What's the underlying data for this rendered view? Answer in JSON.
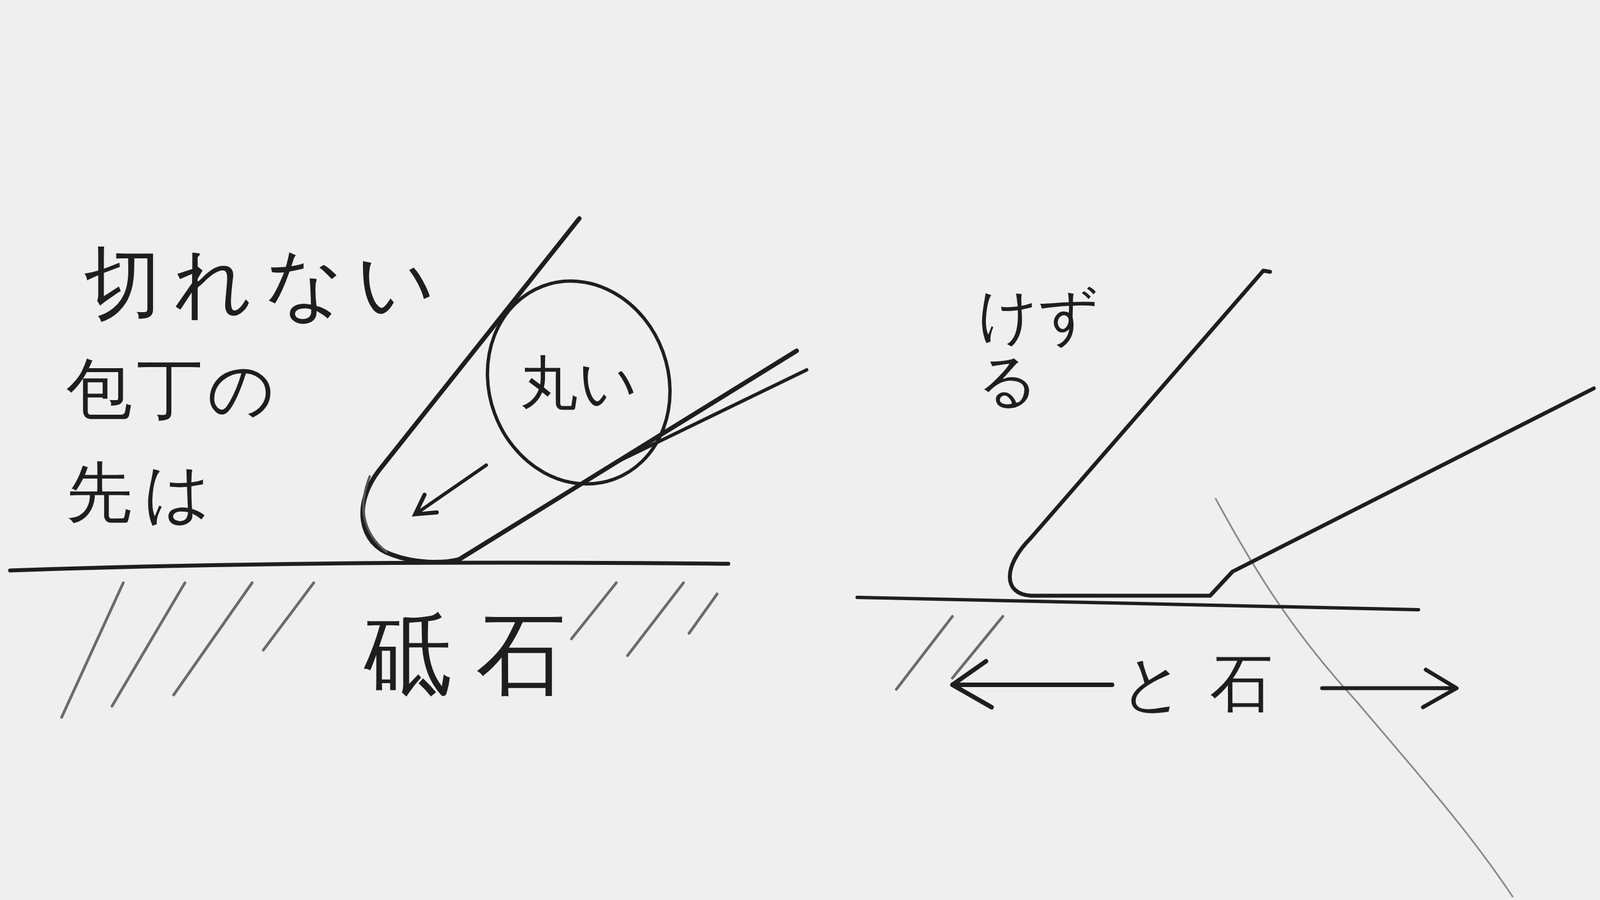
{
  "diagram": {
    "nodes": [
      {
        "text": [
          "丸い"
        ]
      }
    ],
    "labels": [
      "切れない",
      "包丁の",
      "先は",
      "砥石",
      "けずる",
      "と石"
    ]
  }
}
